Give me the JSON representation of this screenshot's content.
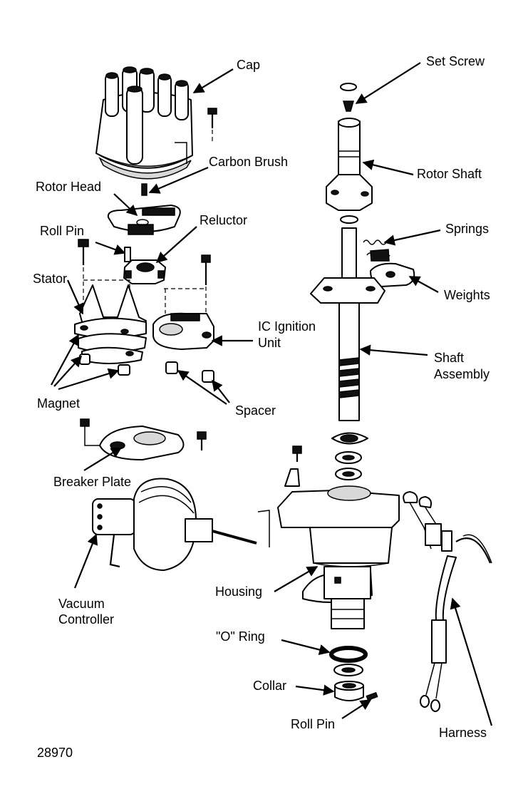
{
  "labels": {
    "cap": "Cap",
    "set_screw": "Set Screw",
    "carbon_brush": "Carbon Brush",
    "rotor_shaft": "Rotor Shaft",
    "rotor_head": "Rotor Head",
    "reluctor": "Reluctor",
    "roll_pin_top": "Roll Pin",
    "springs": "Springs",
    "stator": "Stator",
    "weights": "Weights",
    "ic_ignition_line1": "IC Ignition",
    "ic_ignition_line2": "Unit",
    "shaft_assembly_line1": "Shaft",
    "shaft_assembly_line2": "Assembly",
    "magnet": "Magnet",
    "spacer": "Spacer",
    "breaker_plate": "Breaker Plate",
    "housing": "Housing",
    "vacuum_line1": "Vacuum",
    "vacuum_line2": "Controller",
    "o_ring": "\"O\" Ring",
    "collar": "Collar",
    "roll_pin_bottom": "Roll Pin",
    "harness": "Harness"
  },
  "figure_number": "28970"
}
